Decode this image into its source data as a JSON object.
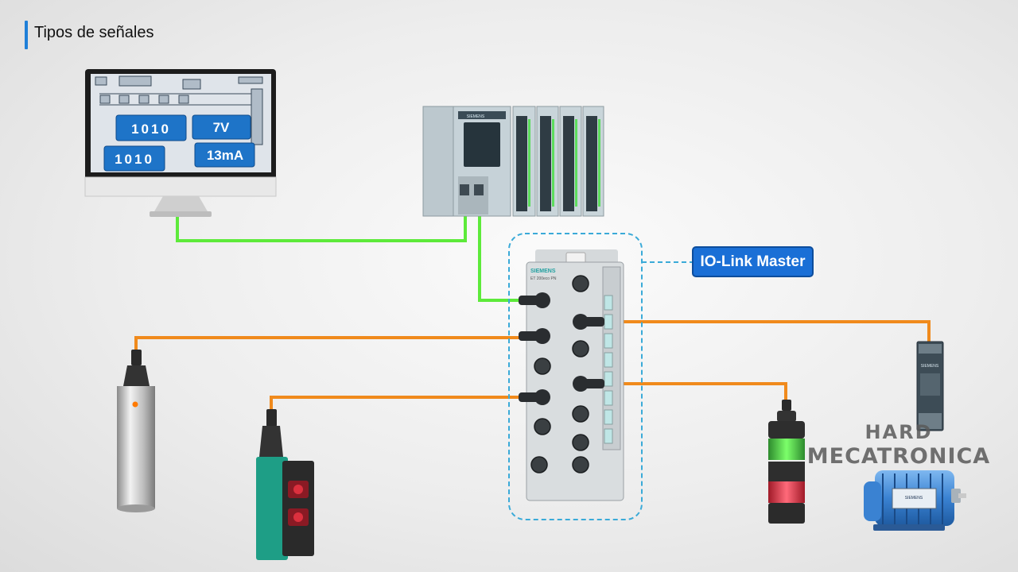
{
  "header": {
    "title": "Tipos de señales"
  },
  "hmi": {
    "badges": [
      "1010",
      "7V",
      "1010",
      "13mA"
    ]
  },
  "master": {
    "label": "IO-Link Master"
  },
  "device_text": {
    "plc_brand": "SIEMENS",
    "module_brand": "SIEMENS",
    "module_name": "ET 200eco PN",
    "relay_brand": "SIEMENS",
    "motor_brand": "SIEMENS"
  },
  "watermark": {
    "line1": "HARD",
    "line2": "MECATRONICA"
  },
  "colors": {
    "profinet_cable": "#5dea3a",
    "iolink_cable": "#f08a1c",
    "label_blue": "#1a6fd6",
    "dashed_outline": "#3aaad8",
    "title_accent": "#1f7fd8"
  },
  "icons": [
    "hmi-monitor-icon",
    "plc-icon",
    "io-link-master-icon",
    "ultrasonic-sensor-icon",
    "photoelectric-sensor-icon",
    "signal-tower-icon",
    "relay-module-icon",
    "motor-icon"
  ]
}
